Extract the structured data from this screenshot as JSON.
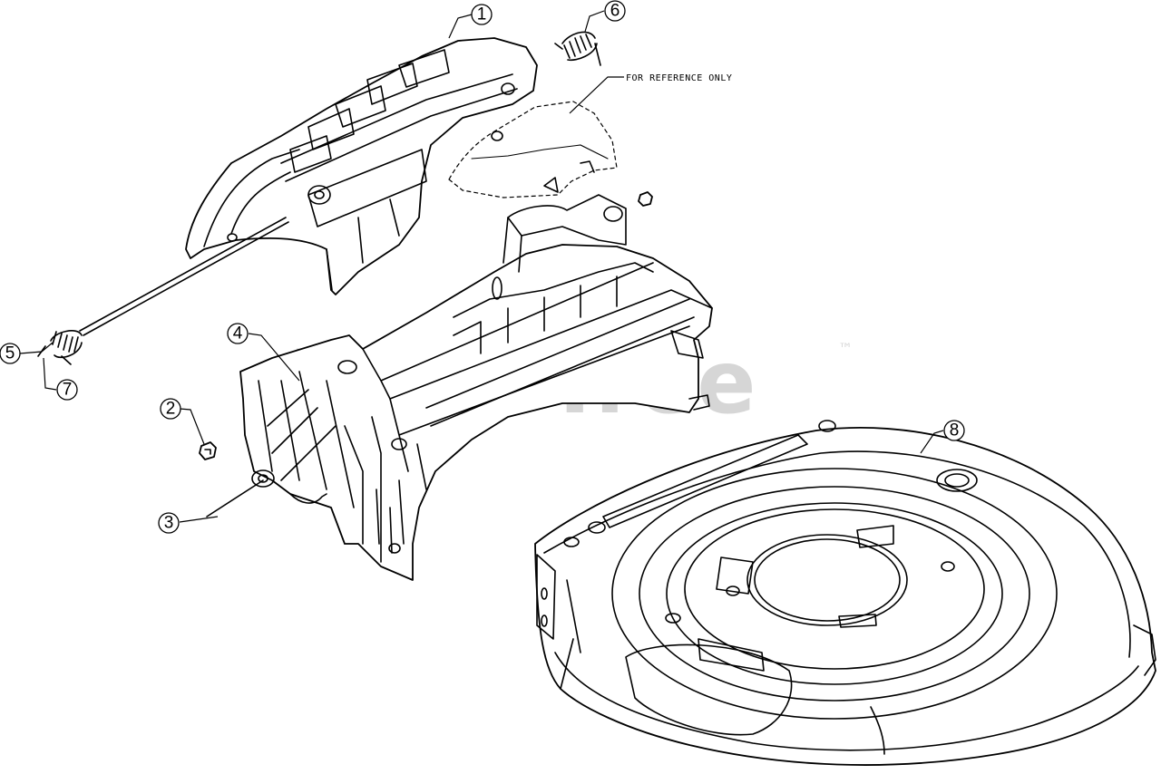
{
  "watermark": {
    "text": "PartsTree",
    "trademark": "™"
  },
  "note": {
    "text": "FOR REFERENCE ONLY"
  },
  "callouts": [
    {
      "id": "c1",
      "label": "1"
    },
    {
      "id": "c2",
      "label": "2"
    },
    {
      "id": "c3",
      "label": "3"
    },
    {
      "id": "c4",
      "label": "4"
    },
    {
      "id": "c5",
      "label": "5"
    },
    {
      "id": "c6",
      "label": "6"
    },
    {
      "id": "c7",
      "label": "7"
    },
    {
      "id": "c8",
      "label": "8"
    }
  ]
}
